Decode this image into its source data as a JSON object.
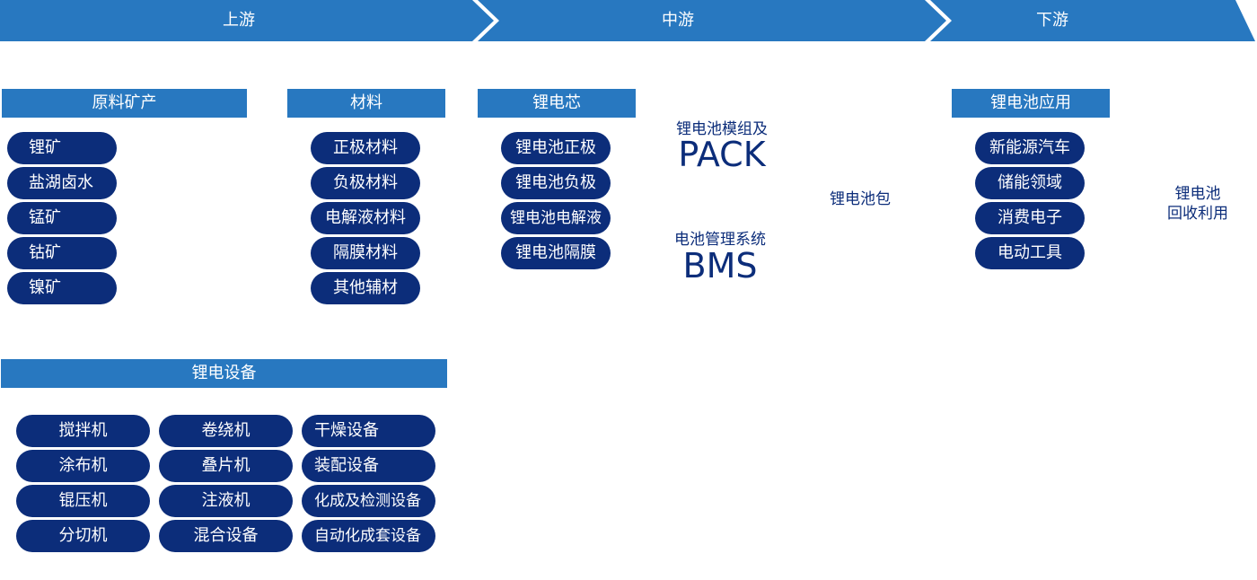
{
  "stages": [
    "上游",
    "中游",
    "下游"
  ],
  "colors": {
    "stage_bar": "#2878c0",
    "header": "#2878c0",
    "pill": "#0c2d7a",
    "text": "#0c2d7a"
  },
  "raw_materials": {
    "header": "原料矿产",
    "items": [
      "锂矿",
      "盐湖卤水",
      "锰矿",
      "钴矿",
      "镍矿"
    ]
  },
  "materials": {
    "header": "材料",
    "items": [
      "正极材料",
      "负极材料",
      "电解液材料",
      "隔膜材料",
      "其他辅材"
    ]
  },
  "cell": {
    "header": "锂电芯",
    "items": [
      "锂电池正极",
      "锂电池负极",
      "锂电池电解液",
      "锂电池隔膜"
    ]
  },
  "pack": {
    "caption": "锂电池模组及",
    "label": "PACK"
  },
  "bms": {
    "caption": "电池管理系统",
    "label": "BMS"
  },
  "battery_pack": "锂电池包",
  "applications": {
    "header": "锂电池应用",
    "items": [
      "新能源汽车",
      "储能领域",
      "消费电子",
      "电动工具"
    ]
  },
  "recycling": {
    "line1": "锂电池",
    "line2": "回收利用"
  },
  "equipment": {
    "header": "锂电设备",
    "col1": [
      "搅拌机",
      "涂布机",
      "锟压机",
      "分切机"
    ],
    "col2": [
      "卷绕机",
      "叠片机",
      "注液机",
      "混合设备"
    ],
    "col3": [
      "干燥设备",
      "装配设备",
      "化成及检测设备",
      "自动化成套设备"
    ]
  }
}
